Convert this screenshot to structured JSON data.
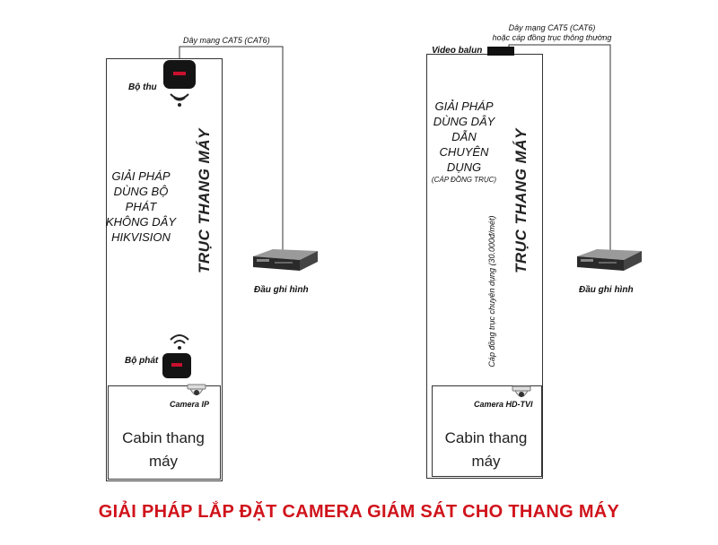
{
  "title": "GIẢI PHÁP LẮP ĐẶT CAMERA GIÁM SÁT CHO THANG MÁY",
  "left": {
    "cable_label": "Dây mạng CAT5 (CAT6)",
    "receiver_label": "Bộ thu",
    "transmitter_label": "Bộ phát",
    "solution_lines": [
      "GIẢI PHÁP",
      "DÙNG BỘ",
      "PHÁT",
      "KHÔNG DÂY",
      "HIKVISION"
    ],
    "shaft_label": "TRỤC THANG MÁY",
    "recorder_label": "Đầu ghi hình",
    "camera_label": "Camera IP",
    "cabin_lines": [
      "Cabin thang",
      "máy"
    ]
  },
  "right": {
    "cable_label_1": "Dây mạng CAT5 (CAT6)",
    "cable_label_2": "hoặc cáp đồng trục thông thường",
    "balun_label": "Video balun",
    "solution_lines": [
      "GIẢI PHÁP",
      "DÙNG DÂY",
      "DẪN",
      "CHUYÊN",
      "DỤNG"
    ],
    "solution_note": "(CÁP ĐỒNG TRỤC)",
    "shaft_label": "TRỤC THANG MÁY",
    "coax_label": "Cáp đồng trục chuyên dụng (30.000đ/mét)",
    "recorder_label": "Đầu ghi hình",
    "camera_label": "Camera HD-TVI",
    "cabin_lines": [
      "Cabin thang",
      "máy"
    ]
  },
  "colors": {
    "title": "#d0131b",
    "device_logo": "#c8102e"
  },
  "icons": [
    "wifi-icon",
    "router-icon",
    "dome-camera-icon",
    "dvr-icon"
  ]
}
